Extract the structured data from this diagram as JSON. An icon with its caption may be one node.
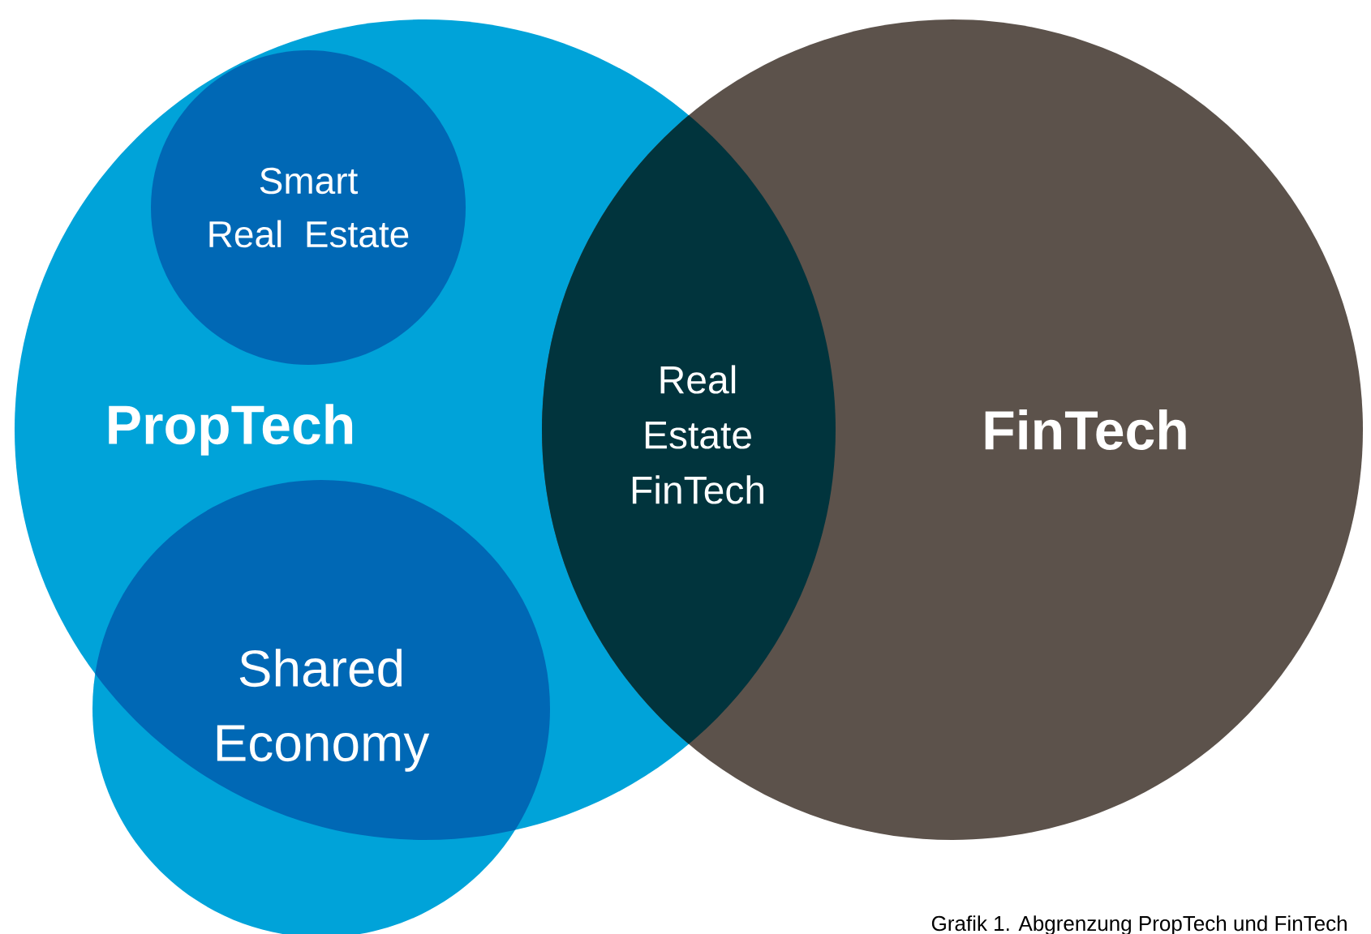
{
  "diagram": {
    "caption": "Grafik 1. Abgrenzung PropTech und FinTech",
    "nodes": [
      {
        "text": [
          "PropTech"
        ]
      },
      {
        "text": [
          "Smart Real Estate"
        ],
        "in": 0
      },
      {
        "text": [
          "FinTech"
        ]
      },
      {
        "text": [
          "Real Estate FinTech"
        ]
      },
      {
        "text": [
          "Shared Economy"
        ]
      }
    ]
  }
}
